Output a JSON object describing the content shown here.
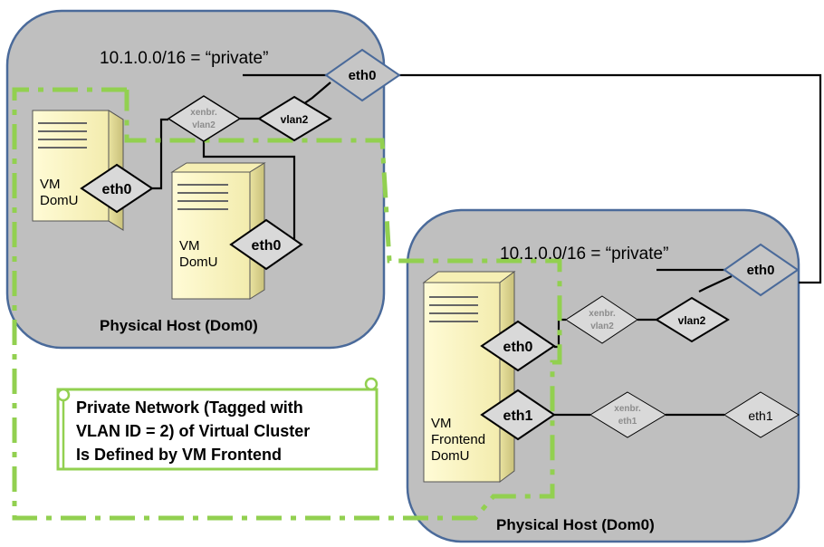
{
  "host1": {
    "network_label": "10.1.0.0/16 = “private”",
    "title": "Physical  Host (Dom0)",
    "uplink": "eth0",
    "vlan": "vlan2",
    "bridge_line1": "xenbr.",
    "bridge_line2": "vlan2",
    "vm1": {
      "line1": "VM",
      "line2": "DomU",
      "nic": "eth0"
    },
    "vm2": {
      "line1": "VM",
      "line2": "DomU",
      "nic": "eth0"
    }
  },
  "host2": {
    "network_label": "10.1.0.0/16 = “private”",
    "title": "Physical  Host (Dom0)",
    "uplink": "eth0",
    "vlan": "vlan2",
    "bridge_line1": "xenbr.",
    "bridge_line2": "vlan2",
    "bridge2_line1": "xenbr.",
    "bridge2_line2": "eth1",
    "uplink2": "eth1",
    "frontend": {
      "line1": "VM",
      "line2": "Frontend",
      "line3": "DomU",
      "nic0": "eth0",
      "nic1": "eth1"
    }
  },
  "callout": {
    "line1": "Private Network  (Tagged with",
    "line2": "VLAN ID = 2) of  Virtual Cluster",
    "line3": "Is Defined by VM Frontend"
  },
  "colors": {
    "host_fill": "#bfbfbf",
    "host_stroke": "#4a6a9a",
    "server_fill": "#fdfac8",
    "green_dash": "#92d050",
    "switch_fill": "#d9d9d9"
  }
}
